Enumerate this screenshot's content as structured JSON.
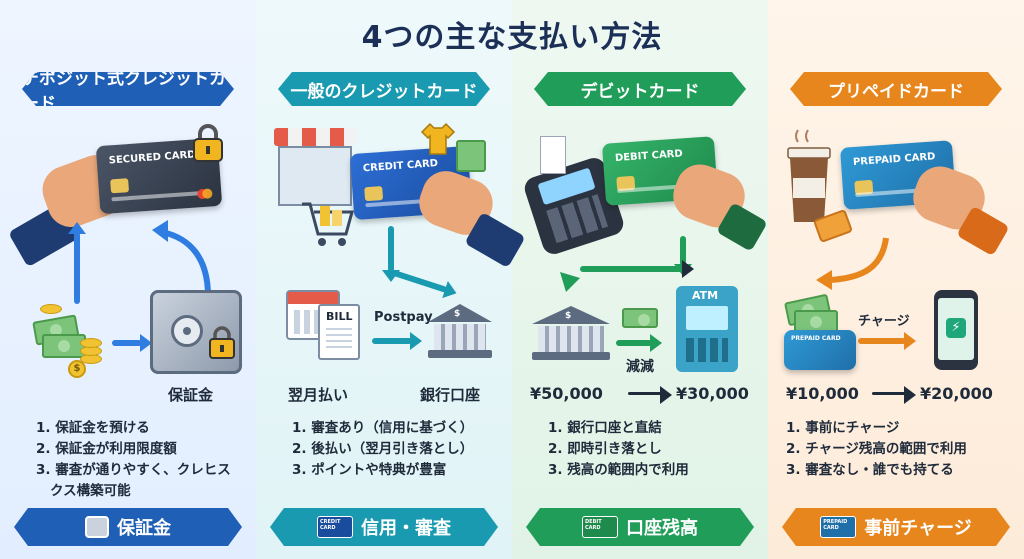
{
  "title": "4つの主な支払い方法",
  "colors": {
    "secured": "#1f5fb5",
    "credit": "#1a9ab0",
    "debit": "#1f9d59",
    "prepaid": "#e6861c"
  },
  "columns": [
    {
      "header": "デポジット式クレジットカード",
      "card_label": "SECURED CARD",
      "illustration_label": "保証金",
      "points": [
        "1. 保証金を預ける",
        "2. 保証金が利用限度額",
        "3. 審査が通りやすく、クレヒス",
        "クス構築可能"
      ],
      "banner": "保証金",
      "icons": [
        "lock-icon",
        "safe-icon",
        "cash-icon",
        "coins-icon"
      ]
    },
    {
      "header": "一般のクレジットカード",
      "card_label": "CREDIT CARD",
      "flow_label": "Postpay",
      "bill_label": "BILL",
      "left_label": "翌月払い",
      "right_label": "銀行口座",
      "points": [
        "1. 審査あり（信用に基づく）",
        "2. 後払い（翌月引き落とし）",
        "3. ポイントや特典が豊富"
      ],
      "banner": "信用・審査",
      "banner_card": "CREDIT CARD",
      "icons": [
        "shop-icon",
        "cart-icon",
        "calendar-icon",
        "bank-icon"
      ]
    },
    {
      "header": "デビットカード",
      "card_label": "DEBIT CARD",
      "atm_label": "ATM",
      "decrease_label": "減減",
      "before": "¥50,000",
      "after": "¥30,000",
      "points": [
        "1. 銀行口座と直結",
        "2. 即時引き落とし",
        "3. 残高の範囲内で利用"
      ],
      "banner": "口座残高",
      "banner_card": "DEBIT CARD",
      "icons": [
        "terminal-icon",
        "bank-icon",
        "atm-icon"
      ]
    },
    {
      "header": "プリペイドカード",
      "card_label": "PREPAID CARD",
      "small_card_label": "PREPAID CARD",
      "charge_label": "チャージ",
      "before": "¥10,000",
      "after": "¥20,000",
      "points": [
        "1. 事前にチャージ",
        "2. チャージ残高の範囲で利用",
        "3. 審査なし・誰でも持てる"
      ],
      "banner": "事前チャージ",
      "banner_card": "PREPAID CARD",
      "icons": [
        "coffee-icon",
        "phone-icon",
        "cash-icon"
      ]
    }
  ]
}
